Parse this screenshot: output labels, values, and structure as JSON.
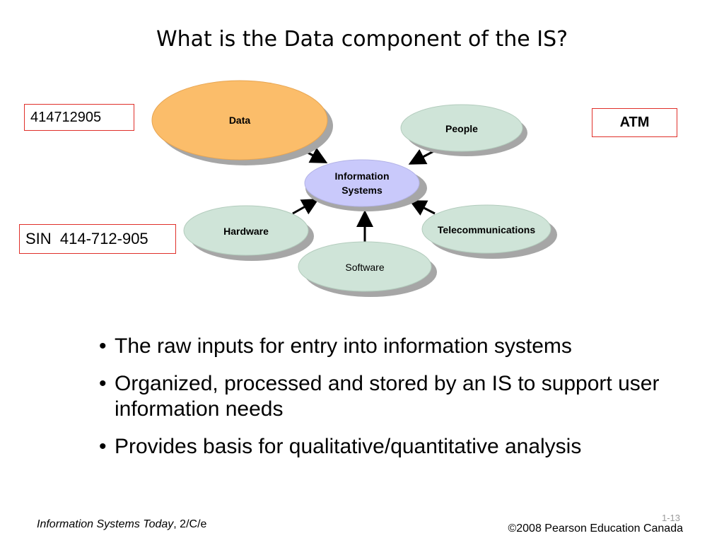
{
  "slide": {
    "title": "What is the Data component of the IS?",
    "examples": {
      "id_number": "414712905",
      "sin": "SIN  414-712-905",
      "atm": "ATM"
    },
    "diagram": {
      "center": [
        "Information",
        "Systems"
      ],
      "nodes": {
        "data": "Data",
        "people": "People",
        "hardware": "Hardware",
        "telecommunications": "Telecommunications",
        "software": "Software"
      }
    },
    "bullets": [
      "The raw inputs for entry into information systems",
      "Organized, processed and stored by an IS to support user information needs",
      "Provides basis for qualitative/quantitative analysis"
    ],
    "footer": {
      "book_title": "Information Systems Today",
      "edition": ", 2/C/e",
      "copyright": "©2008 Pearson Education Canada",
      "slide_number": "1-13"
    },
    "colors": {
      "data_node": "#fbbd6a",
      "center_node": "#c9c9fb",
      "other_nodes": "#cfe4d8",
      "shadow": "#a6a6a6",
      "example_border": "#e0302a"
    }
  }
}
